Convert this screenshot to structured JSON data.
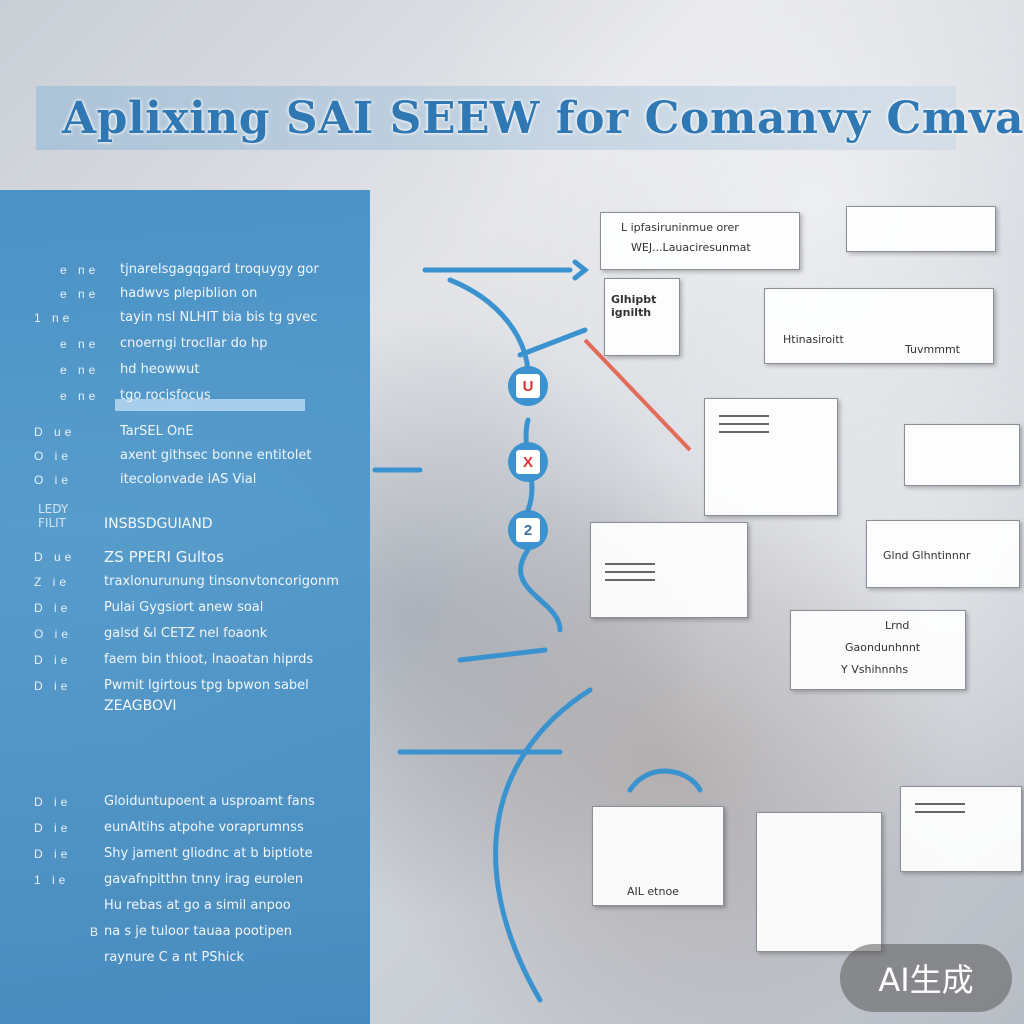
{
  "title": "Aplixing SAI SEEW for Comanvy Cmval",
  "bullets": [
    {
      "mark": "e ne",
      "text": "tjnarelsgagqgard troquygy gor"
    },
    {
      "mark": "e ne",
      "text": "hadwvs plepiblion on"
    },
    {
      "mark": "1 ne",
      "text": "tayin nsl NLHIT bia bis tg gvec"
    },
    {
      "mark": "e ne",
      "text": "cnoerngi trocllar do hp"
    },
    {
      "mark": "e ne",
      "text": "hd heowwut"
    },
    {
      "mark": "e ne",
      "text": "tgo rocisfocus"
    },
    {
      "mark": "D ue",
      "text": "TarSEL OnE"
    },
    {
      "mark": "O ie",
      "text": "axent githsec bonne entitolet"
    },
    {
      "mark": "O ie",
      "text": "itecolonvade iAS Vial"
    }
  ],
  "section1_left": "LEDY FILIT",
  "section1": "INSBSDGUIAND",
  "bullets2": [
    {
      "mark": "D ue",
      "text": "ZS PPERI Gultos"
    },
    {
      "mark": "Z ie",
      "text": "traxlonurunung tinsonvtoncorigonm"
    },
    {
      "mark": "D ie",
      "text": "Pulai Gygsiort anew soal"
    },
    {
      "mark": "O ie",
      "text": "galsd &l CETZ nel foaonk"
    },
    {
      "mark": "D ie",
      "text": "faem bin thioot, lnaoatan hiprds"
    },
    {
      "mark": "D ie",
      "text": "Pwmit lgirtous tpg bpwon sabel"
    }
  ],
  "section2": "ZEAGBOVI",
  "bullets3": [
    {
      "mark": "D ie",
      "text": "Gloiduntupoent a usproamt fans"
    },
    {
      "mark": "D ie",
      "text": "eunAltihs atpohe voraprumnss"
    },
    {
      "mark": "D ie",
      "text": "Shy jament gliodnc at b biptiote"
    },
    {
      "mark": "1 ie",
      "text": "gavafnpitthn tnny irag eurolen"
    },
    {
      "mark": "",
      "text": "Hu rebas at go a simil anpoo"
    },
    {
      "mark": "B",
      "text": "na s je tuloor tauaa pootipen"
    },
    {
      "mark": "",
      "text": "raynure C a nt PShick"
    }
  ],
  "nodes": [
    "U",
    "X",
    "2"
  ],
  "cards": {
    "c1_line1": "L ipfasiruninmue orer",
    "c1_line2": "WEJ...Lauaciresunmat",
    "c2": "Glhipbt ignilth",
    "c3_a": "Htinasiroitt",
    "c3_b": "Tuvmmmt",
    "c4": "Glnd Glhntinnnr",
    "c5_a": "Lrnd",
    "c5_b": "Gaondunhnnt",
    "c5_c": "Y Vshihnnhs",
    "c6": "AIL etnoe"
  },
  "badge": "AI生成"
}
